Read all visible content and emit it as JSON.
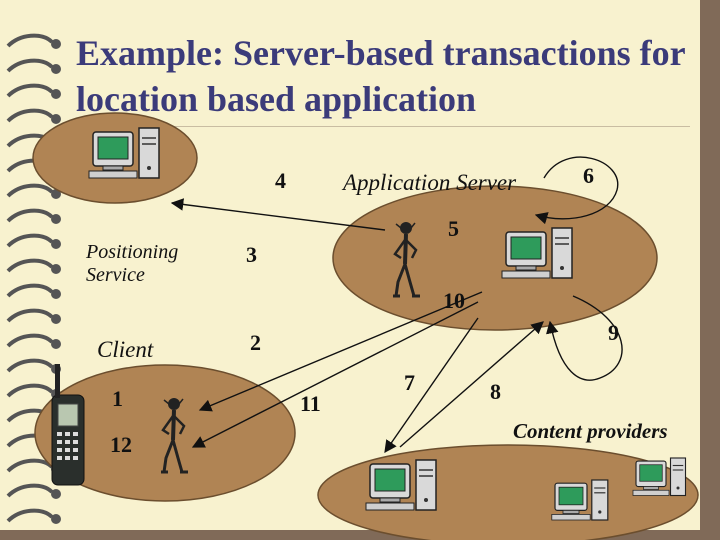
{
  "title": {
    "line1": "Example: Server-based transactions for",
    "line2": "location based application"
  },
  "labels": {
    "app_server": "Application Server",
    "positioning": [
      "Positioning",
      "Service"
    ],
    "client": "Client",
    "content_providers": "Content providers"
  },
  "steps": {
    "s1": "1",
    "s2": "2",
    "s3": "3",
    "s4": "4",
    "s5": "5",
    "s6": "6",
    "s7": "7",
    "s8": "8",
    "s9": "9",
    "s10": "10",
    "s11": "11",
    "s12": "12"
  },
  "colors": {
    "ellipse_fill": "#b08454",
    "ellipse_stroke": "#6b4e2e",
    "background": "#f8f2cf",
    "title": "#3b3b7a"
  },
  "icons": {
    "computer": "computer-icon",
    "person": "person-icon",
    "phone": "mobile-phone-icon",
    "binding_ring": "binding-ring-icon"
  }
}
